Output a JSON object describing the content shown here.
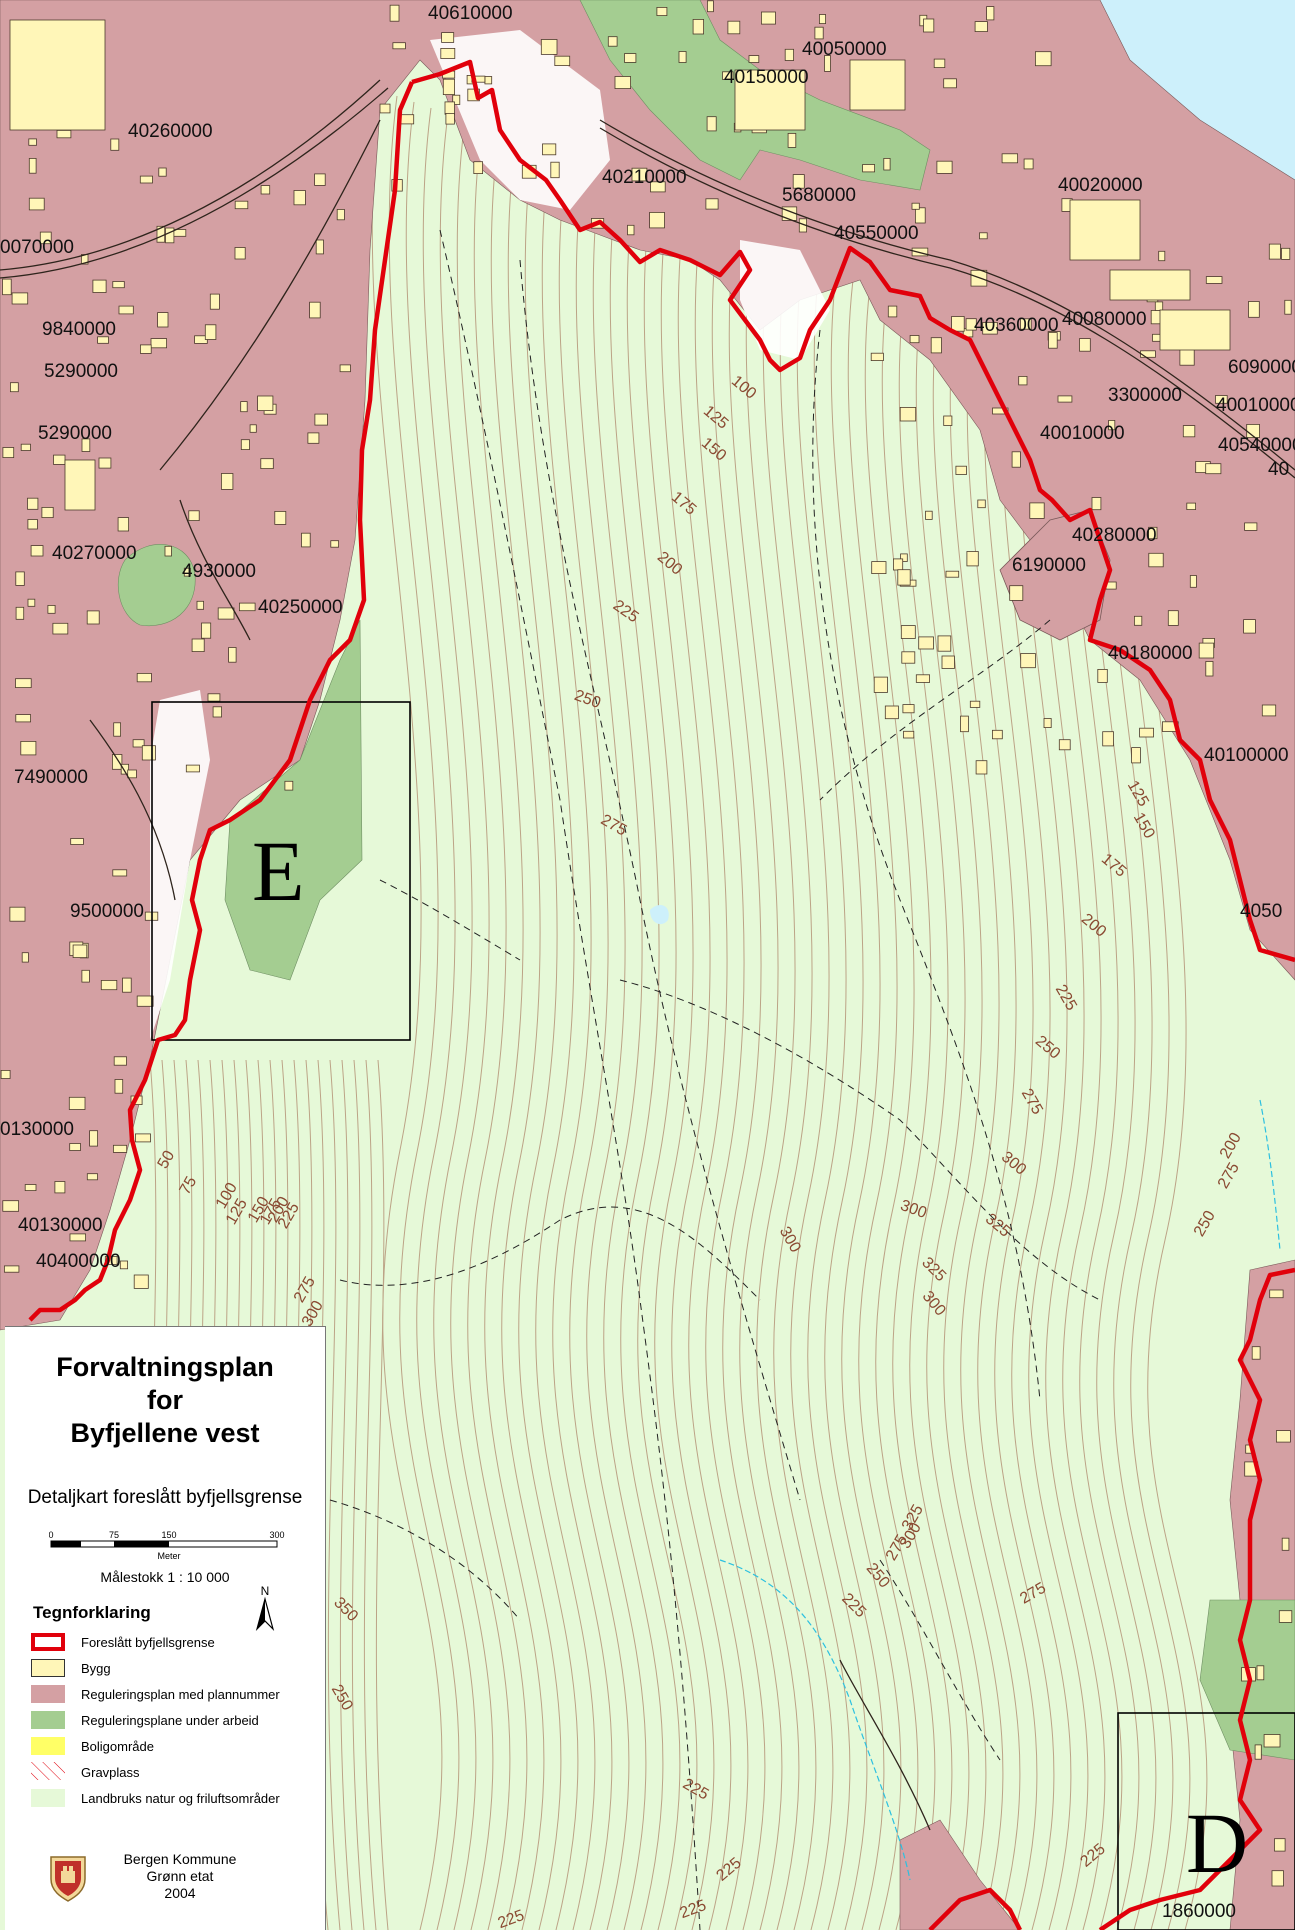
{
  "colors": {
    "nature": "#e6f9d8",
    "water": "#cdf0fb",
    "regulated": "#d4a0a3",
    "under_work": "#a4cd91",
    "building": "#fff6b8",
    "boundary": "#e1000b",
    "contour": "#9a5d44",
    "residential": "#ffff66"
  },
  "plan_labels": [
    "40610000",
    "40050000",
    "40150000",
    "40260000",
    "40210000",
    "5680000",
    "40020000",
    "0070000",
    "40550000",
    "9840000",
    "40360000",
    "40080000",
    "5290000",
    "6090000",
    "3300000",
    "40010000",
    "5290000",
    "40010000",
    "40540000",
    "40",
    "40280000",
    "6190000",
    "40270000",
    "4930000",
    "40250000",
    "40180000",
    "7490000",
    "40100000",
    "9500000",
    "4050",
    "0130000",
    "40130000",
    "40400000",
    "1860000"
  ],
  "contour_labels": [
    "100",
    "125",
    "150",
    "175",
    "200",
    "225",
    "250",
    "275",
    "125",
    "150",
    "175",
    "200",
    "225",
    "250",
    "275",
    "300",
    "325",
    "200",
    "275",
    "250",
    "300",
    "300",
    "325",
    "300",
    "50",
    "75",
    "100",
    "125",
    "150",
    "175",
    "200",
    "225",
    "275",
    "300",
    "350",
    "250",
    "225",
    "275",
    "325",
    "300",
    "250",
    "225",
    "225",
    "225",
    "225",
    "275",
    "225"
  ],
  "detail_areas": [
    {
      "letter": "E"
    },
    {
      "letter": "D"
    }
  ],
  "legend": {
    "title_lines": [
      "Forvaltningsplan",
      "for",
      "Byfjellene vest"
    ],
    "subtitle": "Detaljkart foreslått byfjellsgrense",
    "scale_ticks": [
      "0",
      "75",
      "150",
      "300"
    ],
    "scale_unit": "Meter",
    "scale_text": "Målestokk 1 : 10 000",
    "north": "N",
    "heading": "Tegnforklaring",
    "items": [
      {
        "label": "Foreslått byfjellsgrense",
        "style": "boundary"
      },
      {
        "label": "Bygg",
        "style": "building"
      },
      {
        "label": "Reguleringsplan med plannummer",
        "style": "regulated"
      },
      {
        "label": "Reguleringsplane under arbeid",
        "style": "under_work"
      },
      {
        "label": "Boligområde",
        "style": "residential"
      },
      {
        "label": "Gravplass",
        "style": "cemetery"
      },
      {
        "label": "Landbruks natur og friluftsområder",
        "style": "nature"
      }
    ],
    "org_lines": [
      "Bergen Kommune",
      "Grønn etat",
      "2004"
    ]
  }
}
